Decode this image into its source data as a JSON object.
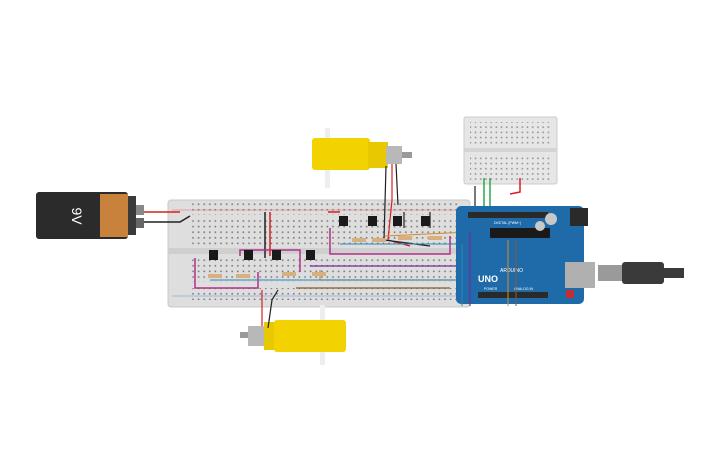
{
  "battery": {
    "label": "9V"
  },
  "arduino": {
    "model": "UNO",
    "brand": "ARDUINO",
    "digital_header": "DIGITAL (PWM~)",
    "power_header": "POWER",
    "analog_header": "ANALOG IN"
  },
  "colors": {
    "battery_body": "#2b2b2b",
    "battery_cap": "#c8823c",
    "breadboard": "#dcdcdc",
    "motor": "#f2d200",
    "motor_gear": "#b8b8b8",
    "arduino": "#1f6aa8",
    "wire_red": "#d42020",
    "wire_black": "#202020",
    "wire_magenta": "#b0308a",
    "wire_purple": "#7a2a9a",
    "wire_orange": "#d88a2a",
    "wire_blue": "#2a8ab8",
    "wire_green": "#2aa84a",
    "wire_brown": "#8a5a2a",
    "usb": "#3a3a3a"
  },
  "transistor_icon": "transistor-icon",
  "resistor_icon": "resistor-icon"
}
